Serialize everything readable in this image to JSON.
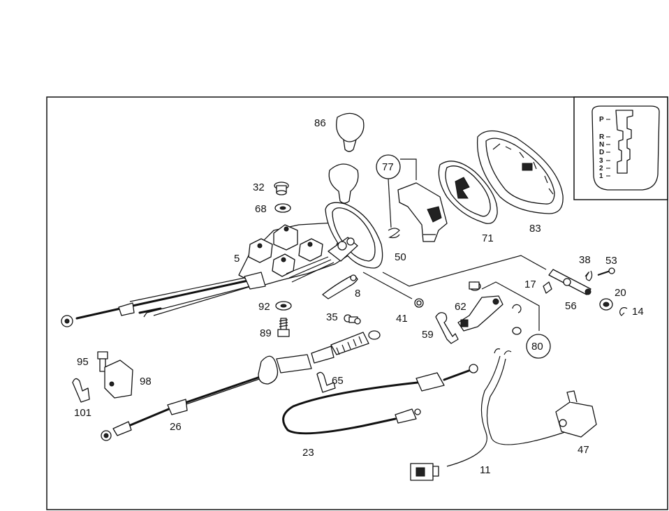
{
  "callouts": [
    "86",
    "77",
    "32",
    "68",
    "50",
    "71",
    "83",
    "5",
    "38",
    "53",
    "17",
    "20",
    "56",
    "14",
    "8",
    "92",
    "41",
    "62",
    "35",
    "89",
    "59",
    "80",
    "95",
    "98",
    "65",
    "101",
    "26",
    "23",
    "11",
    "47"
  ],
  "gate_positions": [
    "P",
    "R",
    "N",
    "D",
    "3",
    "2",
    "1"
  ]
}
